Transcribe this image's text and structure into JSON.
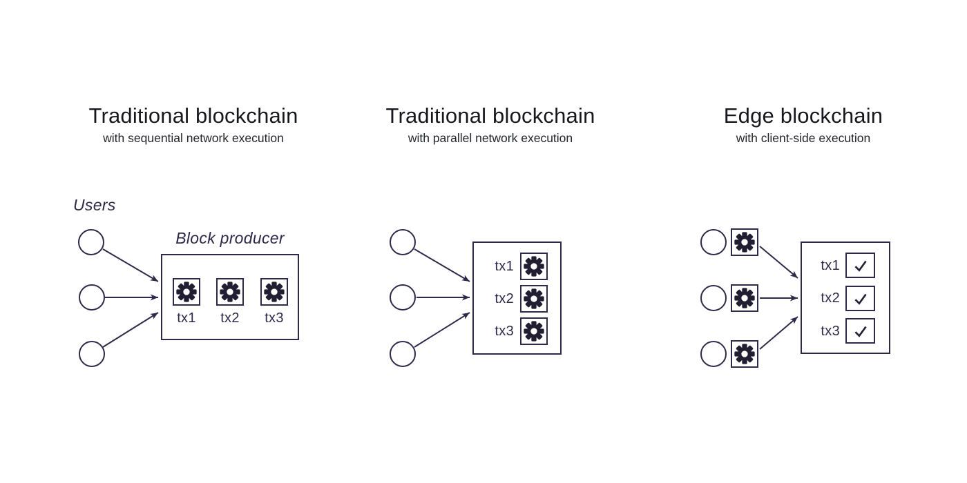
{
  "colors": {
    "outline": "#2e2849",
    "icon_dark": "#211e32",
    "title_text": "#17181d",
    "subtitle_text": "#23252b",
    "background": "#ffffff"
  },
  "icons": {
    "gear": "gear-icon",
    "check": "check-icon",
    "user": "user-circle"
  },
  "diagrams": [
    {
      "title": "Traditional blockchain",
      "subtitle": "with sequential network execution",
      "users_label": "Users",
      "producer_label": "Block producer",
      "transactions": [
        "tx1",
        "tx2",
        "tx3"
      ]
    },
    {
      "title": "Traditional blockchain",
      "subtitle": "with parallel network execution",
      "transactions": [
        "tx1",
        "tx2",
        "tx3"
      ]
    },
    {
      "title": "Edge blockchain",
      "subtitle": "with client-side execution",
      "transactions": [
        "tx1",
        "tx2",
        "tx3"
      ]
    }
  ]
}
